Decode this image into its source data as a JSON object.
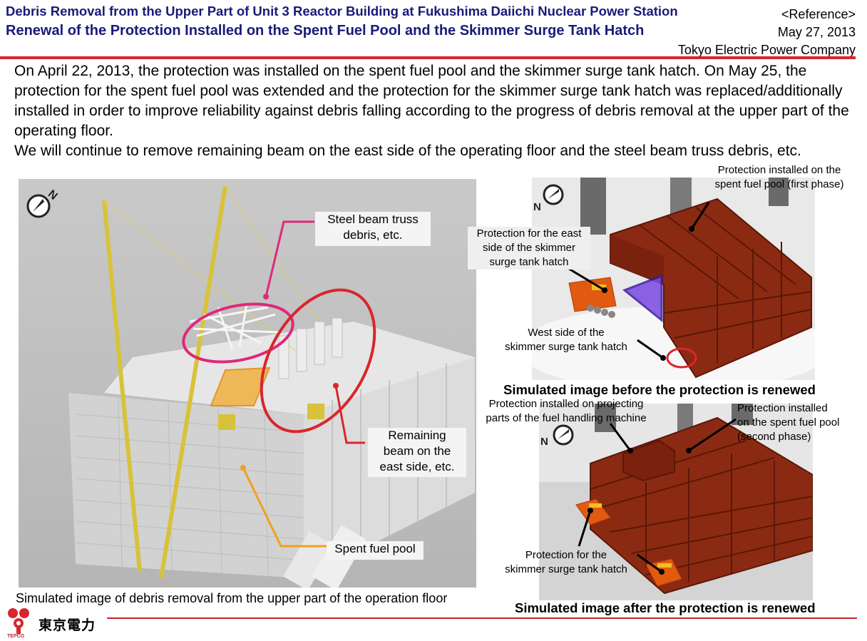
{
  "header": {
    "title_line1": "Debris Removal from the Upper Part of Unit 3 Reactor Building at Fukushima Daiichi Nuclear Power Station",
    "title_line2": "Renewal of the Protection Installed on the Spent Fuel Pool and the Skimmer Surge Tank Hatch",
    "reference": "<Reference>",
    "date": "May 27, 2013",
    "company": "Tokyo Electric Power Company"
  },
  "body": {
    "paragraph1": "On April 22, 2013, the protection was installed on the spent fuel pool and the skimmer surge tank hatch. On May 25, the protection for the spent fuel pool was extended and the protection for the skimmer surge tank hatch was replaced/additionally installed in order to improve reliability against debris falling according to the progress of debris removal at the upper part of the operating floor.",
    "paragraph2": "We will continue to remove remaining beam on the east side of the operating floor and the steel beam truss debris, etc."
  },
  "main_figure": {
    "label_steel_line1": "Steel beam truss",
    "label_steel_line2": "debris, etc.",
    "label_remaining_line1": "Remaining",
    "label_remaining_line2": "beam on the",
    "label_remaining_line3": "east side, etc.",
    "label_pool": "Spent fuel pool",
    "caption": "Simulated image of debris removal from the upper part of the operation floor",
    "compass": "N"
  },
  "before_figure": {
    "label_first_phase_line1": "Protection installed on the",
    "label_first_phase_line2": "spent fuel pool (first phase)",
    "label_east_line1": "Protection for the east",
    "label_east_line2": "side of the skimmer",
    "label_east_line3": "surge tank hatch",
    "label_west_line1": "West side of the",
    "label_west_line2": "skimmer surge tank hatch",
    "caption": "Simulated image before the protection is renewed",
    "compass": "N"
  },
  "after_figure": {
    "label_projecting_line1": "Protection installed on projecting",
    "label_projecting_line2": "parts of the fuel handling machine",
    "label_second_line1": "Protection installed",
    "label_second_line2": "on the spent fuel pool",
    "label_second_line3": "(second phase)",
    "label_hatch_line1": "Protection for the",
    "label_hatch_line2": "skimmer surge tank hatch",
    "caption": "Simulated image after the protection is renewed",
    "compass": "N"
  },
  "footer": {
    "logo_text": "東京電力",
    "logo_sub": "TEPCO"
  },
  "colors": {
    "title": "#1a1a7a",
    "accent_red": "#d8262c",
    "protection_brown": "#8b2a12",
    "pink_circle": "#e0287a",
    "orange_line": "#f0a020",
    "hatch_purple": "#6a3ad0"
  }
}
